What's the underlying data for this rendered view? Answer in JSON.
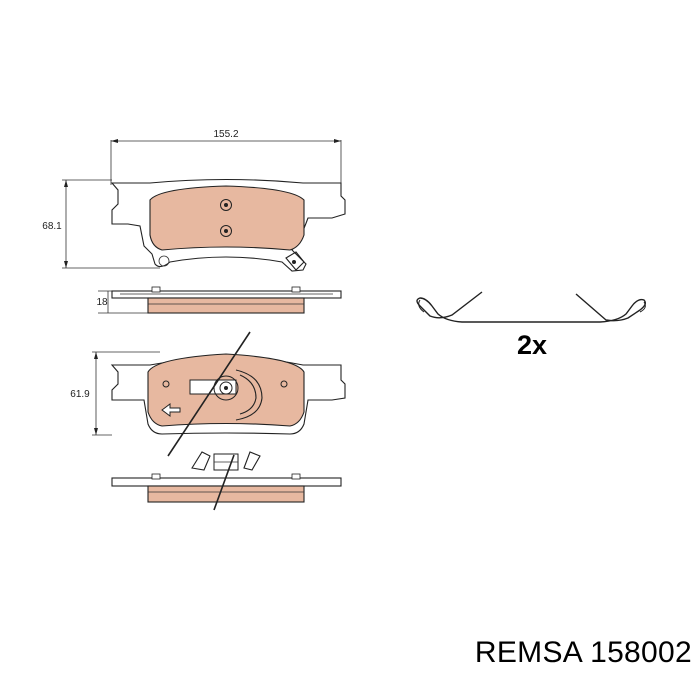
{
  "dimensions": {
    "width_top": "155.2",
    "height_top": "68.1",
    "thickness": "18",
    "height_bottom": "61.9"
  },
  "clip": {
    "quantity": "2x"
  },
  "caption": {
    "brand": "REMSA",
    "part_number": "158002"
  },
  "colors": {
    "friction_material": "#e7b8a0",
    "line": "#222222"
  }
}
